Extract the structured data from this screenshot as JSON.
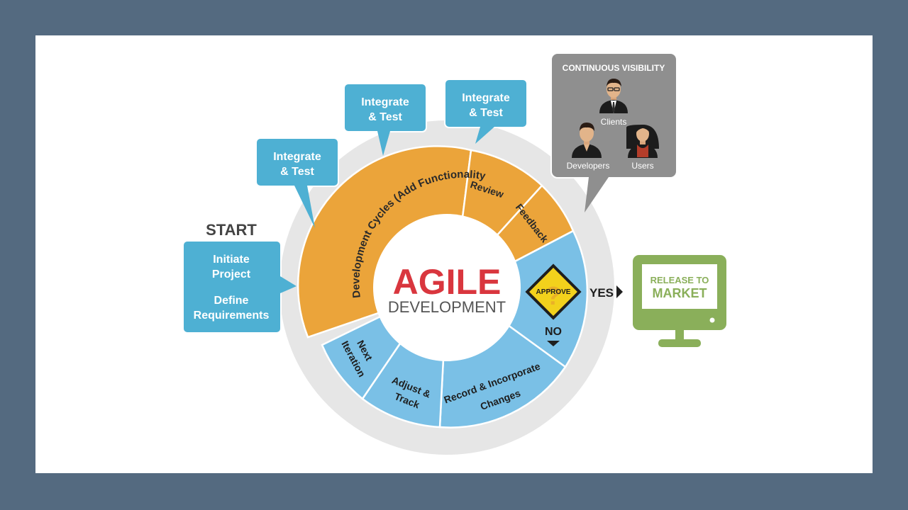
{
  "center": {
    "title": "AGILE",
    "subtitle": "DEVELOPMENT"
  },
  "start": {
    "label": "START",
    "line1": "Initiate",
    "line2": "Project",
    "line3": "Define",
    "line4": "Requirements"
  },
  "callouts": [
    {
      "line1": "Integrate",
      "line2": "& Test"
    },
    {
      "line1": "Integrate",
      "line2": "& Test"
    },
    {
      "line1": "Integrate",
      "line2": "& Test"
    }
  ],
  "segments": {
    "development": "Development Cycles (Add Functionality)",
    "review": "Review",
    "feedback": "Feedback",
    "record_line1": "Record & Incorporate",
    "record_line2": "Changes",
    "adjust_line1": "Adjust &",
    "adjust_line2": "Track",
    "next_line1": "Next",
    "next_line2": "Iteration"
  },
  "decision": {
    "sign": "APPROVE",
    "yes": "YES",
    "no": "NO"
  },
  "visibility": {
    "title": "CONTINUOUS VISIBILITY",
    "clients": "Clients",
    "developers": "Developers",
    "users": "Users"
  },
  "release": {
    "line1": "RELEASE TO",
    "line2": "MARKET"
  },
  "colors": {
    "orange": "#eba43a",
    "blue": "#7ac0e6",
    "callout": "#4eb0d3",
    "ring": "#e6e6e6",
    "agile_red": "#d9363e",
    "green": "#8aaf5a",
    "visibility_gray": "#8f8f8f"
  }
}
